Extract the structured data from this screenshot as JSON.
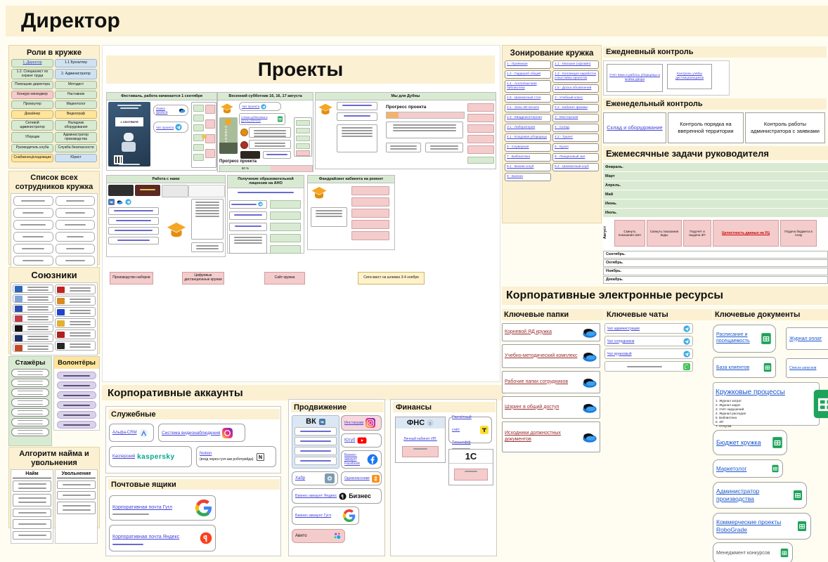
{
  "app": {
    "title": "Директор"
  },
  "colors": {
    "cream": "#fbf0d2",
    "green": "#d9ead3",
    "pink": "#f4cccc",
    "blue": "#cfe2f3",
    "yellow": "#ffe59b",
    "purple": "#d9d2e9",
    "link_blue": "#4343d8",
    "link_zone": "#4646e0",
    "link_maroon": "#9a2b2b",
    "link_red": "#cc0000",
    "doc_link": "#1a56cc"
  },
  "roles": {
    "title": "Роли в кружке",
    "items": [
      {
        "label": "1. Директор",
        "color": "green",
        "link": true
      },
      {
        "label": "1.1 Бухгалтер",
        "color": "blue"
      },
      {
        "label": "1.2. Специалист по охране труда",
        "color": "green"
      },
      {
        "label": "2. Администратор",
        "color": "blue"
      },
      {
        "label": "Помощник директора",
        "color": "green"
      },
      {
        "label": "Методист",
        "color": "green"
      },
      {
        "label": "Конкурс-менеджер",
        "color": "pink"
      },
      {
        "label": "Наставник",
        "color": "green"
      },
      {
        "label": "Промоутер",
        "color": "green"
      },
      {
        "label": "Маркетолог",
        "color": "green"
      },
      {
        "label": "Дизайнер",
        "color": "yellow"
      },
      {
        "label": "Видеограф",
        "color": "yellow"
      },
      {
        "label": "Сетевой администратор",
        "color": "green"
      },
      {
        "label": "Наладчик оборудования",
        "color": "green"
      },
      {
        "label": "Уборщик",
        "color": "green"
      },
      {
        "label": "Администратор производства",
        "color": "green"
      },
      {
        "label": "Руководитель клуба",
        "color": "green"
      },
      {
        "label": "Служба безопасности",
        "color": "green"
      },
      {
        "label": "Снабженец/кладовщик",
        "color": "yellow"
      },
      {
        "label": "Юрист",
        "color": "blue"
      }
    ]
  },
  "staff": {
    "title": "Список всех сотрудников кружка",
    "count": 14
  },
  "allies": {
    "title": "Союзники",
    "logos_left": [
      "#2b66b8",
      "#7fa6d9",
      "#2f4fae",
      "#c23b4a",
      "#151515",
      "#1d2f66",
      "#c24a22"
    ],
    "logos_right": [
      "#c22222",
      "#d98a22",
      "#2244cc",
      "#e0b030",
      "#b02020",
      "#262626"
    ]
  },
  "interns": {
    "title": "Стажёры",
    "count": 7
  },
  "volunteers": {
    "title": "Волонтёры",
    "count": 6
  },
  "hiring": {
    "title": "Алгоритм найма и увольнения",
    "hire": {
      "title": "Найм",
      "count": 5
    },
    "fire": {
      "title": "Увольнение",
      "count": 3
    }
  },
  "projects": {
    "title": "Проекты",
    "cards": [
      {
        "title": "Фестиваль, работа начинается 1 сентября",
        "poster_text": "1 СЕНТЯБРЯ",
        "links": [
          "Папка проекта",
          "Чат проекта"
        ]
      },
      {
        "title": "Весенний субботник 16, 16, 17 августа",
        "poster_text": "СУББОТНИК",
        "links": [
          "Чат проекта",
          "Схема субботника в ДООЦ 330*420"
        ],
        "progress_label": "Прогресс проекта",
        "progress_text": "60 %",
        "progress_value": 55
      },
      {
        "title": "Мы для Дубны",
        "progress_label": "Прогресс проекта",
        "progress_value": 15
      },
      {
        "title": "Работа с нами"
      },
      {
        "title": "Получение образовательной лицензии на АНО"
      },
      {
        "title": "Фандрайзинг кабинета на ремонт"
      }
    ],
    "footer_labels": [
      "Производство наборов",
      "Цифровые дистанционные кружки",
      "Сайт кружка",
      "Сити квест на шлемах 3-4 ноября"
    ]
  },
  "accounts": {
    "title": "Корпоративные аккаунты",
    "service": {
      "title": "Служебные",
      "items": [
        {
          "label": "Альфа-CRM",
          "icon": "alfacrm"
        },
        {
          "label": "Система видеонаблюдения",
          "icon": "cctv"
        },
        {
          "label": "Касперский",
          "icon": "kaspersky",
          "brand": "kaspersky"
        },
        {
          "label": "Notion",
          "sub": "(вход через гугл-акк роботрейда)",
          "icon": "notion"
        }
      ]
    },
    "mail": {
      "title": "Почтовые ящики",
      "items": [
        {
          "label": "Корпоративная почта Гугл",
          "icon": "google"
        },
        {
          "label": "Корпоративная почта Яндекс",
          "icon": "yandex"
        }
      ]
    },
    "promo": {
      "title": "Продвижение",
      "vk": {
        "label": "ВК",
        "icon": "vk",
        "rows": 4
      },
      "items": [
        {
          "label": "Инстаграм",
          "icon": "instagram",
          "pink": true
        },
        {
          "label": "Ютуб",
          "icon": "youtube"
        },
        {
          "label": "Бизнес-аккаунт Facebook",
          "icon": "facebook"
        },
        {
          "label": "Хабр",
          "icon": "habr"
        },
        {
          "label": "Одноклассники",
          "icon": "ok"
        },
        {
          "label": "Бизнес-аккаунт Яндекс",
          "icon": "ybiz",
          "brand": "Бизнес"
        },
        {
          "label": "Бизнес-аккаунт Гугл",
          "icon": "google"
        },
        {
          "label": "Авито",
          "icon": "avito",
          "pink": true
        }
      ]
    },
    "finance": {
      "title": "Финансы",
      "fns": {
        "label": "ФНС",
        "link": "Личный кабинет ИП.",
        "icon": "emblem"
      },
      "bank": {
        "label": "Расчётный счёт Тинькофф",
        "icon": "tinkoff"
      },
      "onec": {
        "label": "1С"
      }
    }
  },
  "zoning": {
    "title": "Зонирование кружка",
    "left": [
      "1 - Приёмная",
      "1.2 - Гардероб общий",
      "1.4 - Англоязычная библиотека",
      "1.6 - Шахматный стол",
      "2.1 - Зона 3D-печати",
      "2.3 - Квадрокоптерная",
      "3.1 - Лаборатория",
      "4.1 - Кладовая уборщицы",
      "5 - Серверная",
      "7 - Библиотека",
      "8.1 - Бизнес-клуб",
      "9 - Балкон"
    ],
    "right": [
      "1.1 - Магазин (офлайн)",
      "1.3 - Коллекция наработок и выставка проектов",
      "1.5 - Доска объявлений",
      "2 - Учебный класс",
      "2.2 - Кабинет физики",
      "3 - Мастерская",
      "4 - Склад",
      "4.2 - Туалет",
      "6 - Кухня",
      "8 - Лекционный зал",
      "8.2 - Шахматный клуб"
    ]
  },
  "daily": {
    "title": "Ежедневный контроль",
    "items": [
      "Учёт явки и работы уборщицы и мойка двора",
      "Контроль учёбы дистанционщиков"
    ]
  },
  "weekly": {
    "title": "Еженедельный контроль",
    "items": [
      {
        "label": "Склад и оборудование",
        "link": true
      },
      {
        "label": "Контроль порядка на вверенной территории",
        "link": false
      },
      {
        "label": "Контроль работы администратора с заявками",
        "link": false
      }
    ]
  },
  "monthly": {
    "title": "Ежемесячные задачи руководителя",
    "months_top": [
      "Февраль.",
      "Март",
      "Апрель.",
      "Май",
      "Июнь.",
      "Июль."
    ],
    "august": "Август",
    "tasks": [
      {
        "label": "Скинуть показания свет"
      },
      {
        "label": "Скинуть показания воды"
      },
      {
        "label": "Подсчёт и выдача ЗП"
      },
      {
        "label": "Целостность данных на УЦ",
        "link": true
      },
      {
        "label": "Подача бюджета в Алау"
      }
    ],
    "months_bottom": [
      "Сентябрь.",
      "Октябрь.",
      "Ноябрь.",
      "Декабрь."
    ]
  },
  "resources": {
    "title": "Корпоративные электронные ресурсы",
    "folders": {
      "title": "Ключевые папки",
      "items": [
        "Корневой ЯД кружка",
        "Учебно-методический комплекс",
        "Рабочие папки сотрудников",
        "Шэринг в общий доступ",
        "Исходники должностных документов"
      ]
    },
    "chats": {
      "title": "Ключевые чаты",
      "items": [
        {
          "label": "Чат администрации",
          "icon": "telegram"
        },
        {
          "label": "Чат сотрудников",
          "icon": "telegram"
        },
        {
          "label": "Чат кружковый",
          "icon": "telegram"
        },
        {
          "label": "",
          "icon": "whatsapp"
        }
      ]
    },
    "docs": {
      "title": "Ключевые документы",
      "pairs": [
        {
          "main": {
            "label": "Расписание и посещаемость",
            "icon": "sheets"
          },
          "side": {
            "label": "Журнал оплат"
          }
        },
        {
          "main": {
            "label": "База клиентов",
            "icon": "sheets"
          },
          "side": {
            "label": "Список запусков"
          }
        }
      ],
      "processes": {
        "label": "Кружковые процессы",
        "icon": "sheets",
        "list": [
          "1. Журнал затрат",
          "2. Журнал задач",
          "3. Учёт нарушений",
          "4. Журнал расходов",
          "5. Библиотека",
          "6. ЗП",
          "7. Отпуска"
        ]
      },
      "items": [
        {
          "label": "Бюджет кружка",
          "icon": "sheets"
        },
        {
          "label": "Маркетолог",
          "icon": "sheets"
        },
        {
          "label": "Администратор производства",
          "icon": "sheets"
        },
        {
          "label": "Коммерческие проекты RoboGrade",
          "icon": "sheets"
        },
        {
          "label": "Менеджмент конкурсов",
          "icon": "sheets",
          "muted": true
        }
      ]
    }
  }
}
